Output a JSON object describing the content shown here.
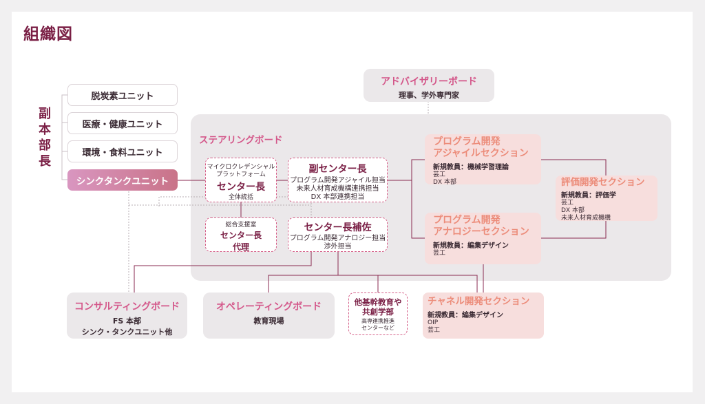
{
  "title": "組織図",
  "vertical_label": [
    "副",
    "本",
    "部",
    "長"
  ],
  "units": [
    "脱炭素ユニット",
    "医療・健康ユニット",
    "環境・食料ユニット"
  ],
  "think_tank": "シンクタンクユニット",
  "advisory": {
    "title": "アドバイザリーボード",
    "sub": "理事、学外専門家"
  },
  "steering": {
    "label": "ステアリングボード"
  },
  "center_head": {
    "sub1": "マイクロクレデンシャル",
    "sub2": "プラットフォーム",
    "title": "センター長",
    "role": "全体統括"
  },
  "vice_head": {
    "title": "副センター長",
    "lines": [
      "プログラム開発アジャイル担当",
      "未来人材育成機構連携担当",
      "DX 本部連携担当"
    ]
  },
  "general_support": {
    "sub": "総合支援室",
    "title1": "センター長",
    "title2": "代理"
  },
  "assistant": {
    "title": "センター長補佐",
    "lines": [
      "プログラム開発アナロジー担当",
      "渉外担当"
    ]
  },
  "agile": {
    "title1": "プログラム開発",
    "title2": "アジャイルセクション",
    "staff": "新規教員：機械学習理論",
    "depts": [
      "芸工",
      "DX 本部"
    ]
  },
  "analogy": {
    "title1": "プログラム開発",
    "title2": "アナロジーセクション",
    "staff": "新規教員：編集デザイン",
    "depts": [
      "芸工"
    ]
  },
  "evaluation": {
    "title": "評価開発セクション",
    "staff": "新規教員：評価学",
    "depts": [
      "芸工",
      "DX 本部",
      "未来人材育成機構"
    ]
  },
  "consulting": {
    "title": "コンサルティングボード",
    "line1": "FS 本部",
    "line2": "シンク・タンクユニット他"
  },
  "operating": {
    "title": "オペレーティングボード",
    "sub": "教育現場"
  },
  "other_dept": {
    "title1": "他基幹教育や",
    "title2": "共創学部",
    "sub1": "高専連携推進",
    "sub2": "センターなど"
  },
  "channel": {
    "title": "チャネル開発セクション",
    "staff": "新規教員：編集デザイン",
    "depts": [
      "OIP",
      "芸工"
    ]
  },
  "colors": {
    "accent": "#d4578a",
    "dark": "#7a1f45",
    "salmon": "#ec8c7a",
    "line": "#8a2a50"
  }
}
